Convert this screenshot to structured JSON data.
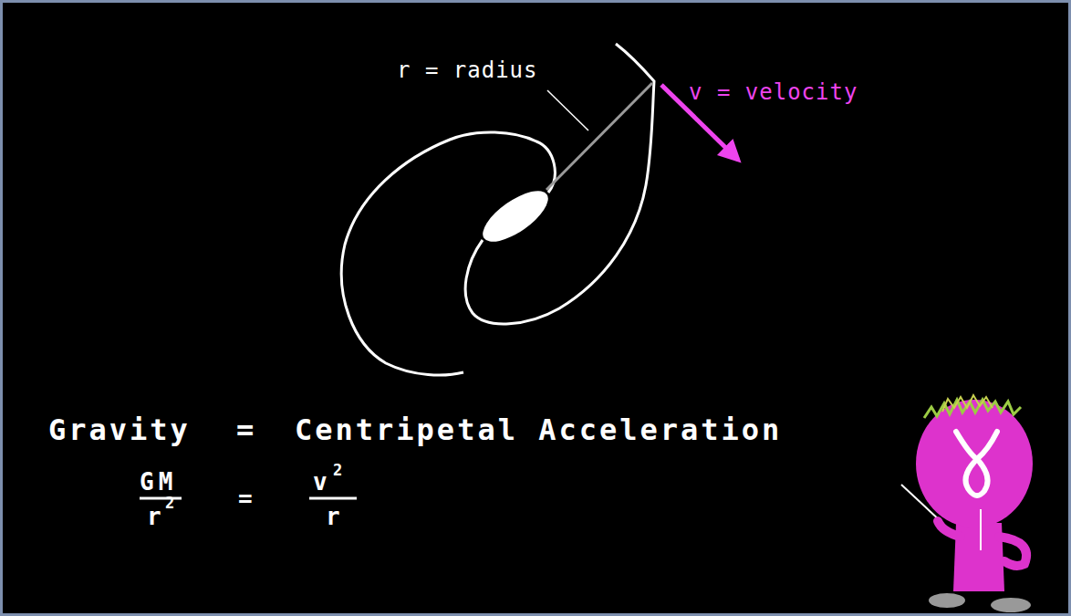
{
  "diagram": {
    "labels": [
      "r = radius",
      "v = velocity",
      "Gravity",
      "=",
      "Centripetal Acceleration",
      "GM",
      "r",
      "2",
      "=",
      "v",
      "2",
      "r"
    ]
  }
}
